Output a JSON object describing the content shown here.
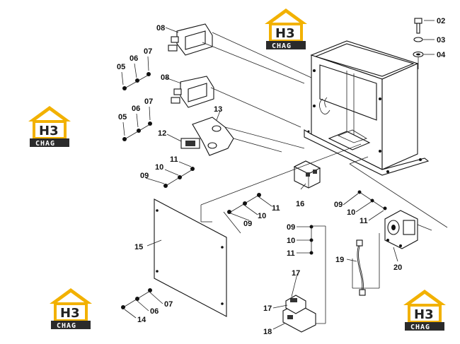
{
  "watermark": {
    "mark": "H3",
    "sub": "CHAG",
    "color": "#f2b100",
    "dark": "#2b2b2b"
  },
  "labels": {
    "p02": "02",
    "p03": "03",
    "p04": "04",
    "p05a": "05",
    "p06a": "06",
    "p07a": "07",
    "p08a": "08",
    "p05b": "05",
    "p06b": "06",
    "p07b": "07",
    "p08b": "08",
    "p09a": "09",
    "p10a": "10",
    "p11a": "11",
    "p12": "12",
    "p13": "13",
    "p09b": "09",
    "p10b": "10",
    "p11b": "11",
    "p16": "16",
    "p09c": "09",
    "p10c": "10",
    "p11c": "11",
    "p09d": "09",
    "p10d": "10",
    "p11d": "11",
    "p14": "14",
    "p06c": "06",
    "p07c": "07",
    "p15": "15",
    "p17a": "17",
    "p17b": "17",
    "p18": "18",
    "p19": "19",
    "p20": "20"
  }
}
